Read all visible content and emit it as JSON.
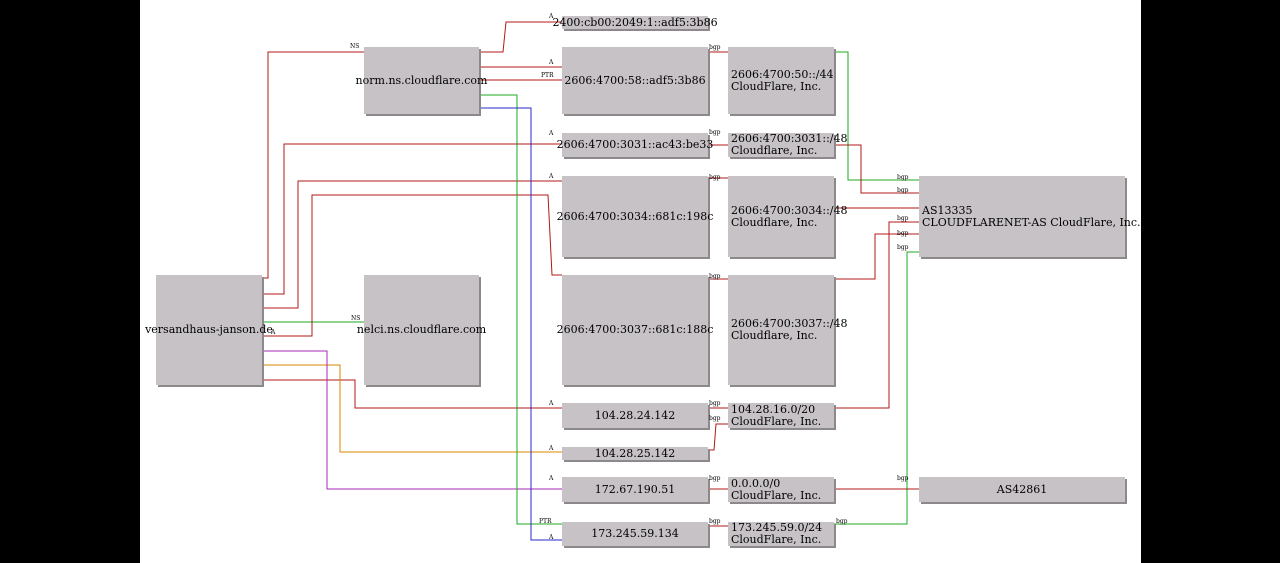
{
  "colors": {
    "red": "#b01818",
    "green": "#1ca81c",
    "blue": "#2828c8",
    "orange": "#d88a00",
    "purple": "#a828b8",
    "node_fill": "#c6c2c6"
  },
  "nodes": [
    {
      "id": "domain",
      "label": "versandhaus-janson.de"
    },
    {
      "id": "ns_norm",
      "label": "norm.ns.cloudflare.com"
    },
    {
      "id": "ns_nelci",
      "label": "nelci.ns.cloudflare.com"
    },
    {
      "id": "ip6_2400",
      "label": "2400:cb00:2049:1::adf5:3b86"
    },
    {
      "id": "ip6_58",
      "label": "2606:4700:58::adf5:3b86"
    },
    {
      "id": "ip6_3031",
      "label": "2606:4700:3031::ac43:be33"
    },
    {
      "id": "ip6_3034",
      "label": "2606:4700:3034::681c:198c"
    },
    {
      "id": "ip6_3037",
      "label": "2606:4700:3037::681c:188c"
    },
    {
      "id": "ip4_24",
      "label": "104.28.24.142"
    },
    {
      "id": "ip4_25",
      "label": "104.28.25.142"
    },
    {
      "id": "ip4_172",
      "label": "172.67.190.51"
    },
    {
      "id": "ip4_173",
      "label": "173.245.59.134"
    },
    {
      "id": "pfx_50",
      "label": "2606:4700:50::/44\nCloudFlare, Inc."
    },
    {
      "id": "pfx_3031",
      "label": "2606:4700:3031::/48\nCloudflare, Inc."
    },
    {
      "id": "pfx_3034",
      "label": "2606:4700:3034::/48\nCloudflare, Inc."
    },
    {
      "id": "pfx_3037",
      "label": "2606:4700:3037::/48\nCloudflare, Inc."
    },
    {
      "id": "pfx_104",
      "label": "104.28.16.0/20\nCloudFlare, Inc."
    },
    {
      "id": "pfx_0",
      "label": "0.0.0.0/0\nCloudFlare, Inc."
    },
    {
      "id": "pfx_173",
      "label": "173.245.59.0/24\nCloudFlare, Inc."
    },
    {
      "id": "as13335",
      "label": "AS13335\nCLOUDFLARENET-AS CloudFlare, Inc."
    },
    {
      "id": "as42861",
      "label": "AS42861"
    }
  ],
  "edges": [
    {
      "from": "domain",
      "to": "ns_norm",
      "label": "NS",
      "color": "red"
    },
    {
      "from": "domain",
      "to": "ns_nelci",
      "label": "NS",
      "color": "green"
    },
    {
      "from": "domain",
      "to": "ip6_3031",
      "label": "A",
      "color": "red"
    },
    {
      "from": "domain",
      "to": "ip6_3034",
      "label": "A",
      "color": "red"
    },
    {
      "from": "domain",
      "to": "ip6_3037",
      "label": "A",
      "color": "red"
    },
    {
      "from": "domain",
      "to": "ip4_24",
      "label": "A",
      "color": "red"
    },
    {
      "from": "domain",
      "to": "ip4_25",
      "label": "A",
      "color": "orange"
    },
    {
      "from": "domain",
      "to": "ip4_172",
      "label": "A",
      "color": "purple"
    },
    {
      "from": "ns_norm",
      "to": "ip6_2400",
      "label": "A",
      "color": "red"
    },
    {
      "from": "ns_norm",
      "to": "ip6_58",
      "label": "A",
      "color": "red"
    },
    {
      "from": "ns_norm",
      "to": "ip6_58",
      "label": "PTR",
      "color": "red"
    },
    {
      "from": "ns_norm",
      "to": "ip4_173",
      "label": "PTR",
      "color": "green"
    },
    {
      "from": "ns_norm",
      "to": "ip4_173",
      "label": "A",
      "color": "blue"
    },
    {
      "from": "ip6_58",
      "to": "pfx_50",
      "label": "bgp",
      "color": "red"
    },
    {
      "from": "ip6_3031",
      "to": "pfx_3031",
      "label": "bgp",
      "color": "red"
    },
    {
      "from": "ip6_3034",
      "to": "pfx_3034",
      "label": "bgp",
      "color": "red"
    },
    {
      "from": "ip6_3037",
      "to": "pfx_3037",
      "label": "bgp",
      "color": "red"
    },
    {
      "from": "ip4_24",
      "to": "pfx_104",
      "label": "bgp",
      "color": "red"
    },
    {
      "from": "ip4_25",
      "to": "pfx_104",
      "label": "bgp",
      "color": "red"
    },
    {
      "from": "ip4_172",
      "to": "pfx_0",
      "label": "bgp",
      "color": "red"
    },
    {
      "from": "ip4_173",
      "to": "pfx_173",
      "label": "bgp",
      "color": "red"
    },
    {
      "from": "pfx_50",
      "to": "as13335",
      "label": "bgp",
      "color": "green"
    },
    {
      "from": "pfx_3031",
      "to": "as13335",
      "label": "bgp",
      "color": "red"
    },
    {
      "from": "pfx_3034",
      "to": "as13335",
      "label": "bgp",
      "color": "red"
    },
    {
      "from": "pfx_3037",
      "to": "as13335",
      "label": "bgp",
      "color": "red"
    },
    {
      "from": "pfx_104",
      "to": "as13335",
      "label": "bgp",
      "color": "red"
    },
    {
      "from": "pfx_173",
      "to": "as13335",
      "label": "bgp",
      "color": "green"
    },
    {
      "from": "pfx_0",
      "to": "as42861",
      "label": "bgp",
      "color": "red"
    }
  ]
}
